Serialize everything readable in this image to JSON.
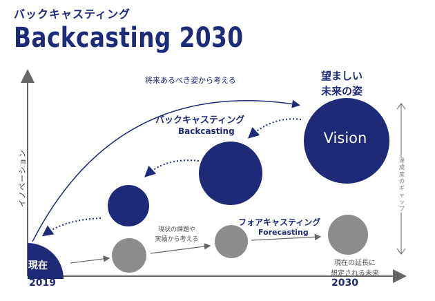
{
  "header": {
    "kicker": "バックキャスティング",
    "title": "Backcasting 2030"
  },
  "diagram": {
    "y_axis_label": "イノベーション",
    "x_start_year": "2019",
    "x_end_year": "2030",
    "arc_label": "将来あるべき姿から考える",
    "goal_line1": "望ましい",
    "goal_line2": "未来の姿",
    "vision_label": "Vision",
    "now_label": "現在",
    "backcasting_jp": "バックキャスティング",
    "backcasting_en": "Backcasting",
    "forecasting_jp": "フォアキャスティング",
    "forecasting_en": "Forecasting",
    "issue_line1": "現状の課題や",
    "issue_line2": "実績から考える",
    "extension_line1": "現在の延長に",
    "extension_line2": "想定される未来",
    "gap_label": "達成度のギャップ"
  },
  "colors": {
    "navy": "#1c2a78",
    "gray_circle": "#8c8c8c",
    "axis_gray": "#666666"
  }
}
